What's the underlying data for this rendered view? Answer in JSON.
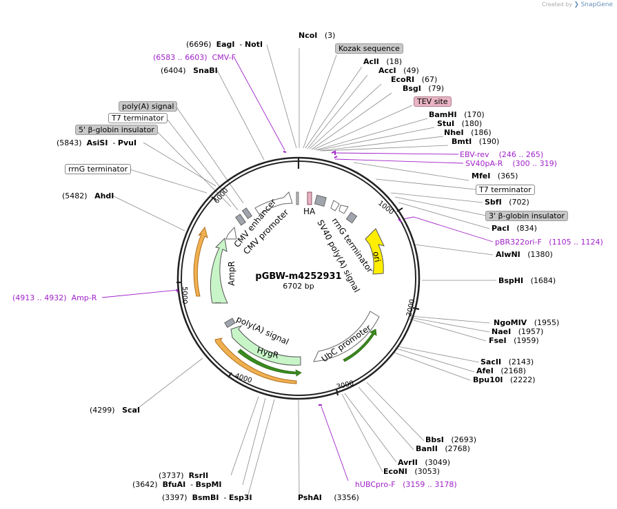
{
  "watermark": {
    "created_by": "Created by",
    "brand": "SnapGene"
  },
  "plasmid": {
    "name": "pGBW-m4252931",
    "length": "6702 bp"
  },
  "ruler_ticks": [
    "1000",
    "2000",
    "3000",
    "4000",
    "5000",
    "6000"
  ],
  "sites": [
    {
      "pos": "(3)",
      "name": "NcoI"
    },
    {
      "name": "AclI",
      "pos": "(18)"
    },
    {
      "name": "AccI",
      "pos": "(49)"
    },
    {
      "name": "EcoRI",
      "pos": "(67)"
    },
    {
      "name": "BsgI",
      "pos": "(79)"
    },
    {
      "name": "BamHI",
      "pos": "(170)"
    },
    {
      "name": "StuI",
      "pos": "(180)"
    },
    {
      "name": "NheI",
      "pos": "(186)"
    },
    {
      "name": "BmtI",
      "pos": "(190)"
    },
    {
      "name": "MfeI",
      "pos": "(365)"
    },
    {
      "name": "SbfI",
      "pos": "(702)"
    },
    {
      "name": "PacI",
      "pos": "(834)"
    },
    {
      "name": "AlwNI",
      "pos": "(1380)"
    },
    {
      "name": "BspHI",
      "pos": "(1684)"
    },
    {
      "name": "NgoMIV",
      "pos": "(1955)"
    },
    {
      "name": "NaeI",
      "pos": "(1957)"
    },
    {
      "name": "FseI",
      "pos": "(1959)"
    },
    {
      "name": "SacII",
      "pos": "(2143)"
    },
    {
      "name": "AfeI",
      "pos": "(2168)"
    },
    {
      "name": "Bpu10I",
      "pos": "(2222)"
    },
    {
      "name": "BbsI",
      "pos": "(2693)"
    },
    {
      "name": "BanII",
      "pos": "(2768)"
    },
    {
      "name": "AvrII",
      "pos": "(3049)"
    },
    {
      "name": "EcoNI",
      "pos": "(3053)"
    },
    {
      "name": "PshAI",
      "pos": "(3356)"
    },
    {
      "pos": "(4299)",
      "name": "ScaI"
    },
    {
      "pos": "(5482)",
      "name": "AhdI"
    },
    {
      "pos": "(6404)",
      "name": "SnaBI"
    }
  ],
  "paired_sites": [
    {
      "pos": "(6696)",
      "name1": "EagI",
      "sep": "-",
      "name2": "NotI"
    },
    {
      "pos": "(5843)",
      "name1": "AsiSI",
      "sep": "-",
      "name2": "PvuI"
    },
    {
      "pos": "(3737)",
      "name1": "RsrII",
      "sep": "",
      "name2": ""
    },
    {
      "pos": "(3642)",
      "name1": "BfuAI",
      "sep": "-",
      "name2": "BspMI"
    },
    {
      "pos": "(3397)",
      "name1": "BsmBI",
      "sep": "-",
      "name2": "Esp3I"
    }
  ],
  "primers": [
    {
      "range": "(6583 .. 6603)",
      "name": "CMV-F"
    },
    {
      "name": "EBV-rev",
      "range": "(246 .. 265)"
    },
    {
      "name": "SV40pA-R",
      "range": "(300 .. 319)"
    },
    {
      "name": "pBR322ori-F",
      "range": "(1105 .. 1124)"
    },
    {
      "name": "hUBCpro-F",
      "range": "(3159 .. 3178)"
    },
    {
      "range": "(4913 .. 4932)",
      "name": "Amp-R"
    }
  ],
  "feature_boxes": [
    {
      "label": "Kozak sequence",
      "style": "grey"
    },
    {
      "label": "TEV site",
      "style": "pink"
    },
    {
      "label": "T7 terminator",
      "style": "white"
    },
    {
      "label": "3' β-globin insulator",
      "style": "grey"
    },
    {
      "label": "poly(A) signal",
      "style": "grey"
    },
    {
      "label": "T7 terminator",
      "style": "white"
    },
    {
      "label": "5' β-globin insulator",
      "style": "grey"
    },
    {
      "label": "rrnG terminator",
      "style": "white"
    }
  ],
  "features": {
    "ha": "HA",
    "rrng": "rrnG terminator",
    "sv40": "SV40 poly(A) signal",
    "ori": "ori",
    "cmv_enhancer": "CMV enhancer",
    "cmv_promoter": "CMV promoter",
    "ampr": "AmpR",
    "ellipsis": "...",
    "polya": "poly(A) signal",
    "hygr": "HygR",
    "ubc": "UbC promoter"
  },
  "colors": {
    "primer": "#a020c8",
    "backbone": "#222222",
    "ori": "#ffee00",
    "resistance": "#c8f5c8",
    "orf": "#f0b050",
    "orf_inner": "#3a8a20",
    "grey_feature": "#a0a4ad"
  }
}
